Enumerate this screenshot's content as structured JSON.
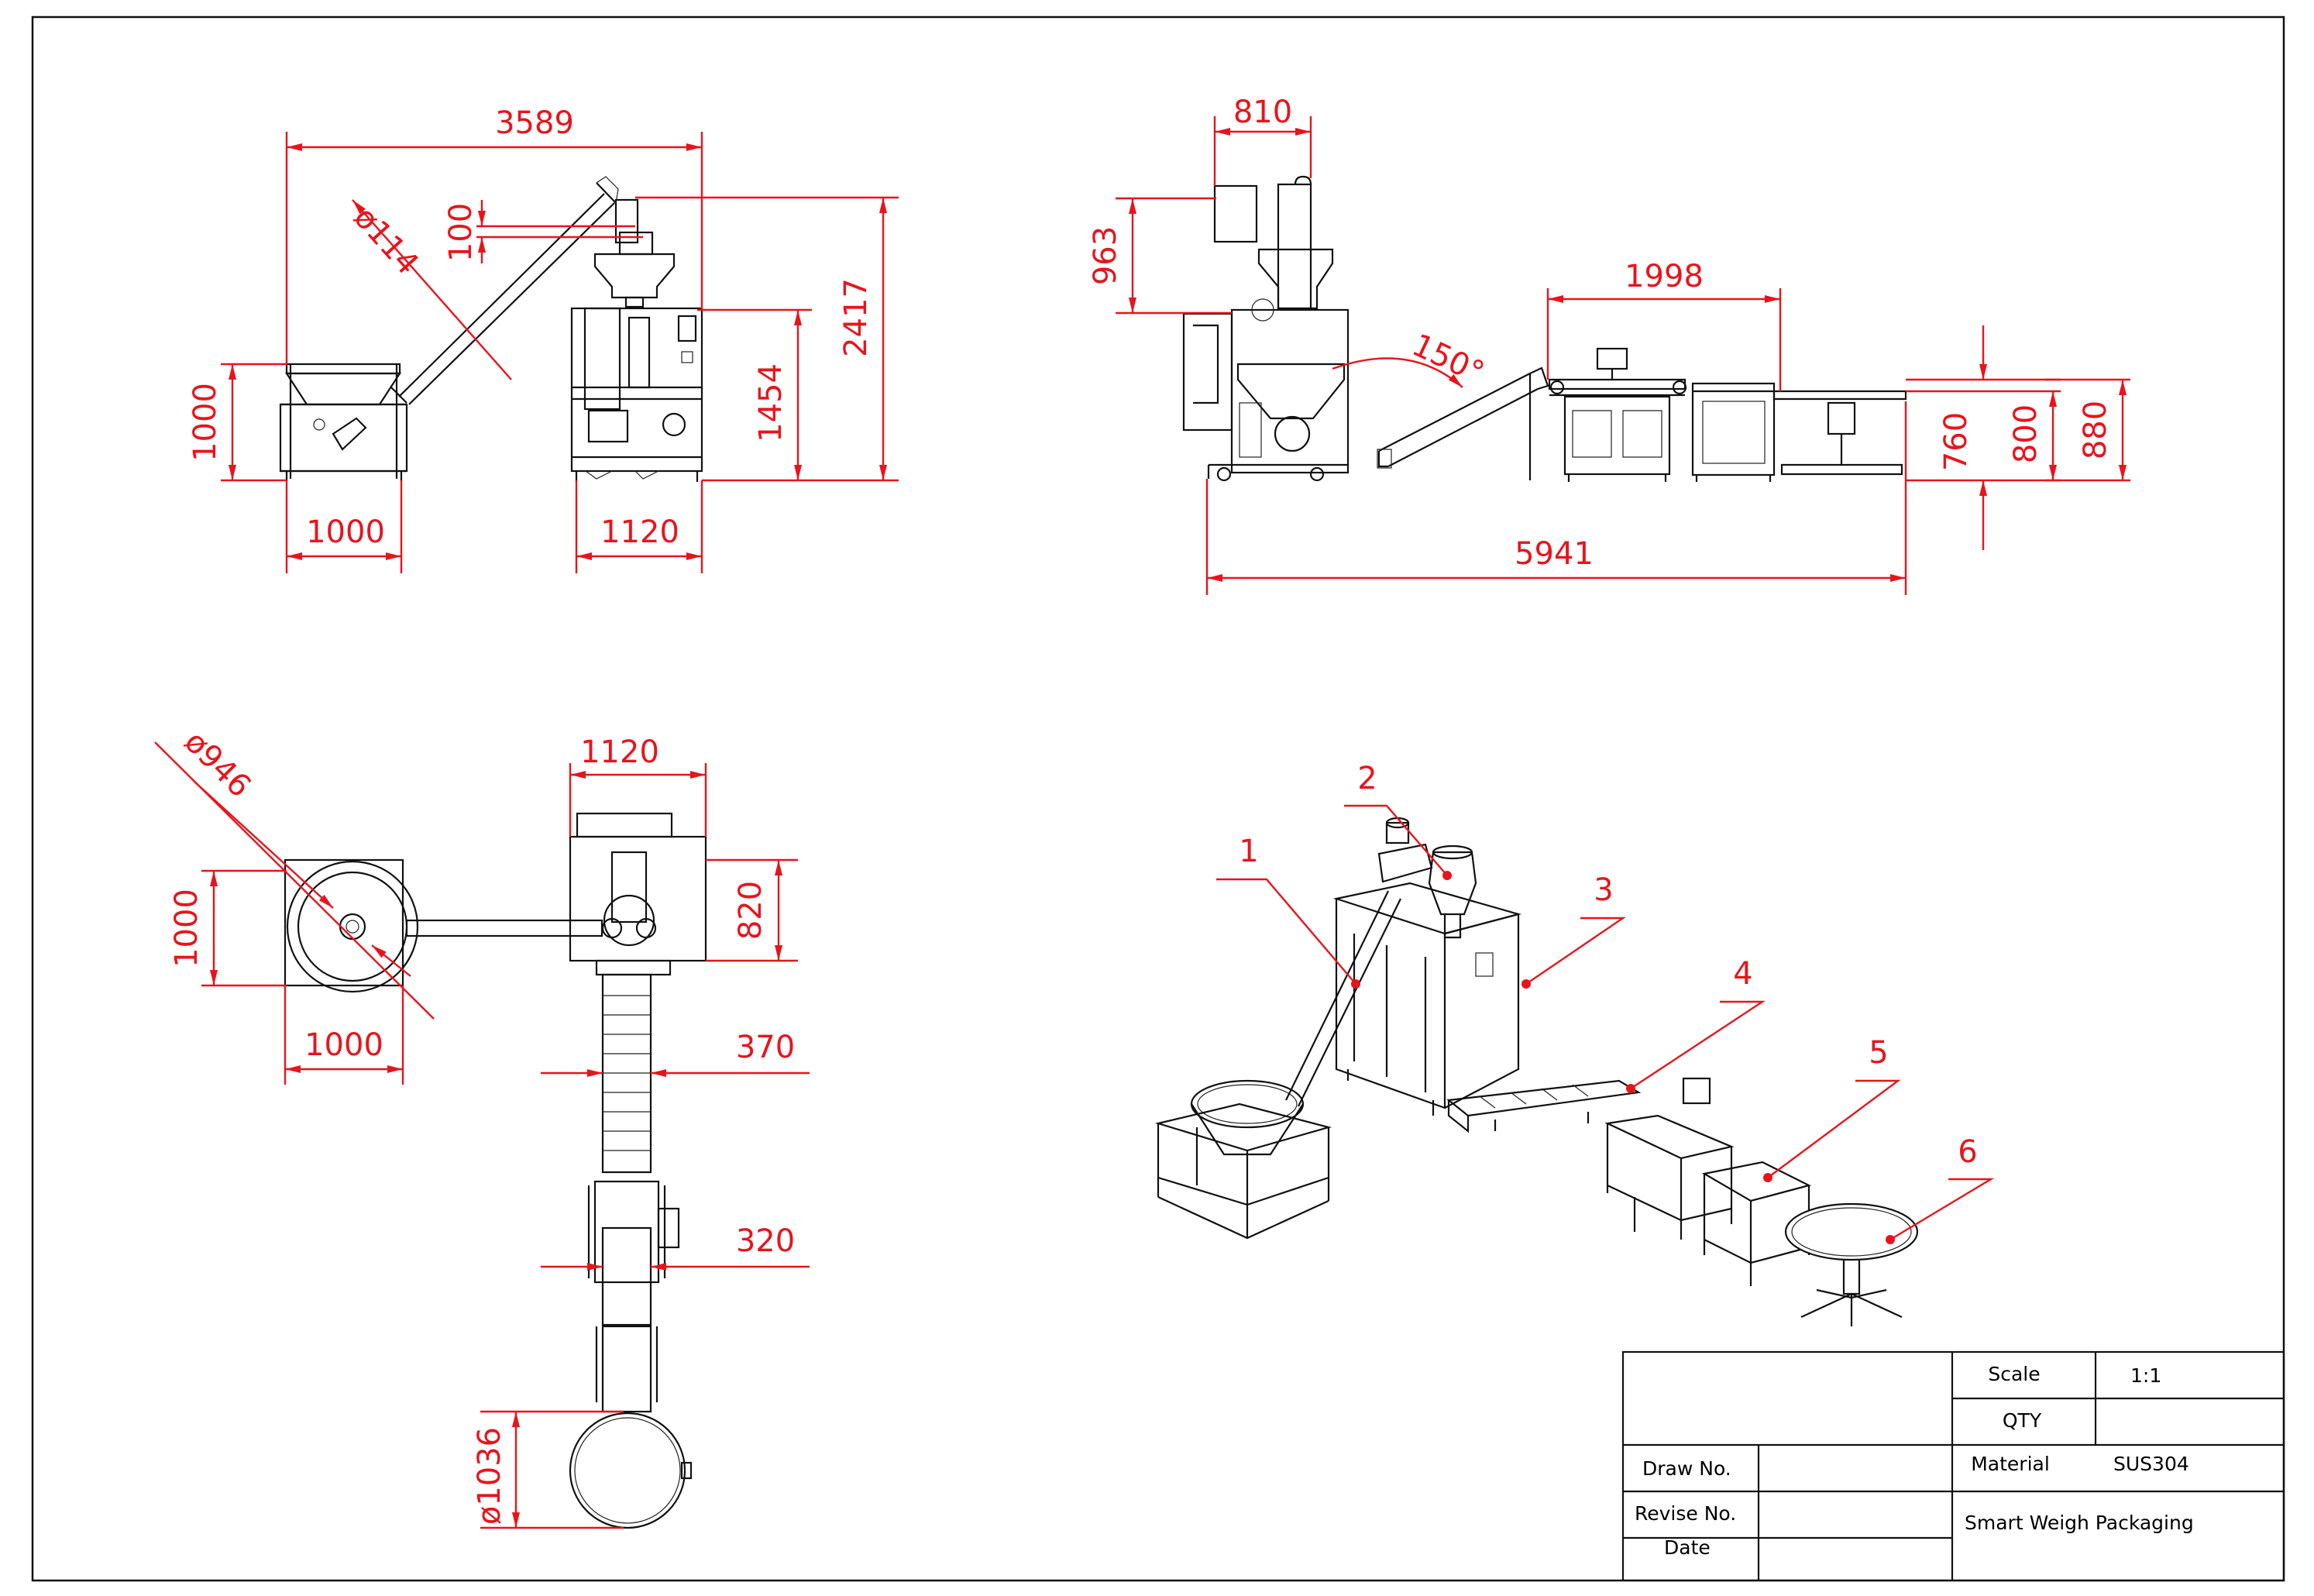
{
  "dimensions": {
    "front": {
      "width_total": "3589",
      "screw_diameter": "ø114",
      "top_offset": "100",
      "height_total": "2417",
      "machine_height": "1454",
      "hopper_height": "1000",
      "hopper_width": "1000",
      "machine_width": "1120"
    },
    "side": {
      "machine_depth": "810",
      "top_height": "963",
      "angle": "150°",
      "platform_length": "1998",
      "total_length": "5941",
      "height_760": "760",
      "height_800": "800",
      "height_880": "880"
    },
    "plan": {
      "hopper_diameter": "ø946",
      "machine_width": "1120",
      "hopper_depth": "1000",
      "hopper_width": "1000",
      "machine_depth": "820",
      "conveyor_width": "370",
      "checkweigher_width": "320",
      "table_diameter": "ø1036"
    }
  },
  "callouts": [
    "1",
    "2",
    "3",
    "4",
    "5",
    "6"
  ],
  "title_block": {
    "scale_label": "Scale",
    "scale_value": "1:1",
    "qty_label": "QTY",
    "qty_value": "",
    "material_label": "Material",
    "material_value": "SUS304",
    "draw_no_label": "Draw No.",
    "draw_no_value": "",
    "revise_no_label": "Revise No.",
    "date_label": "Date",
    "company": "Smart Weigh Packaging"
  },
  "colors": {
    "dimension": "#e8141c",
    "line": "#111111",
    "background": "#ffffff"
  }
}
